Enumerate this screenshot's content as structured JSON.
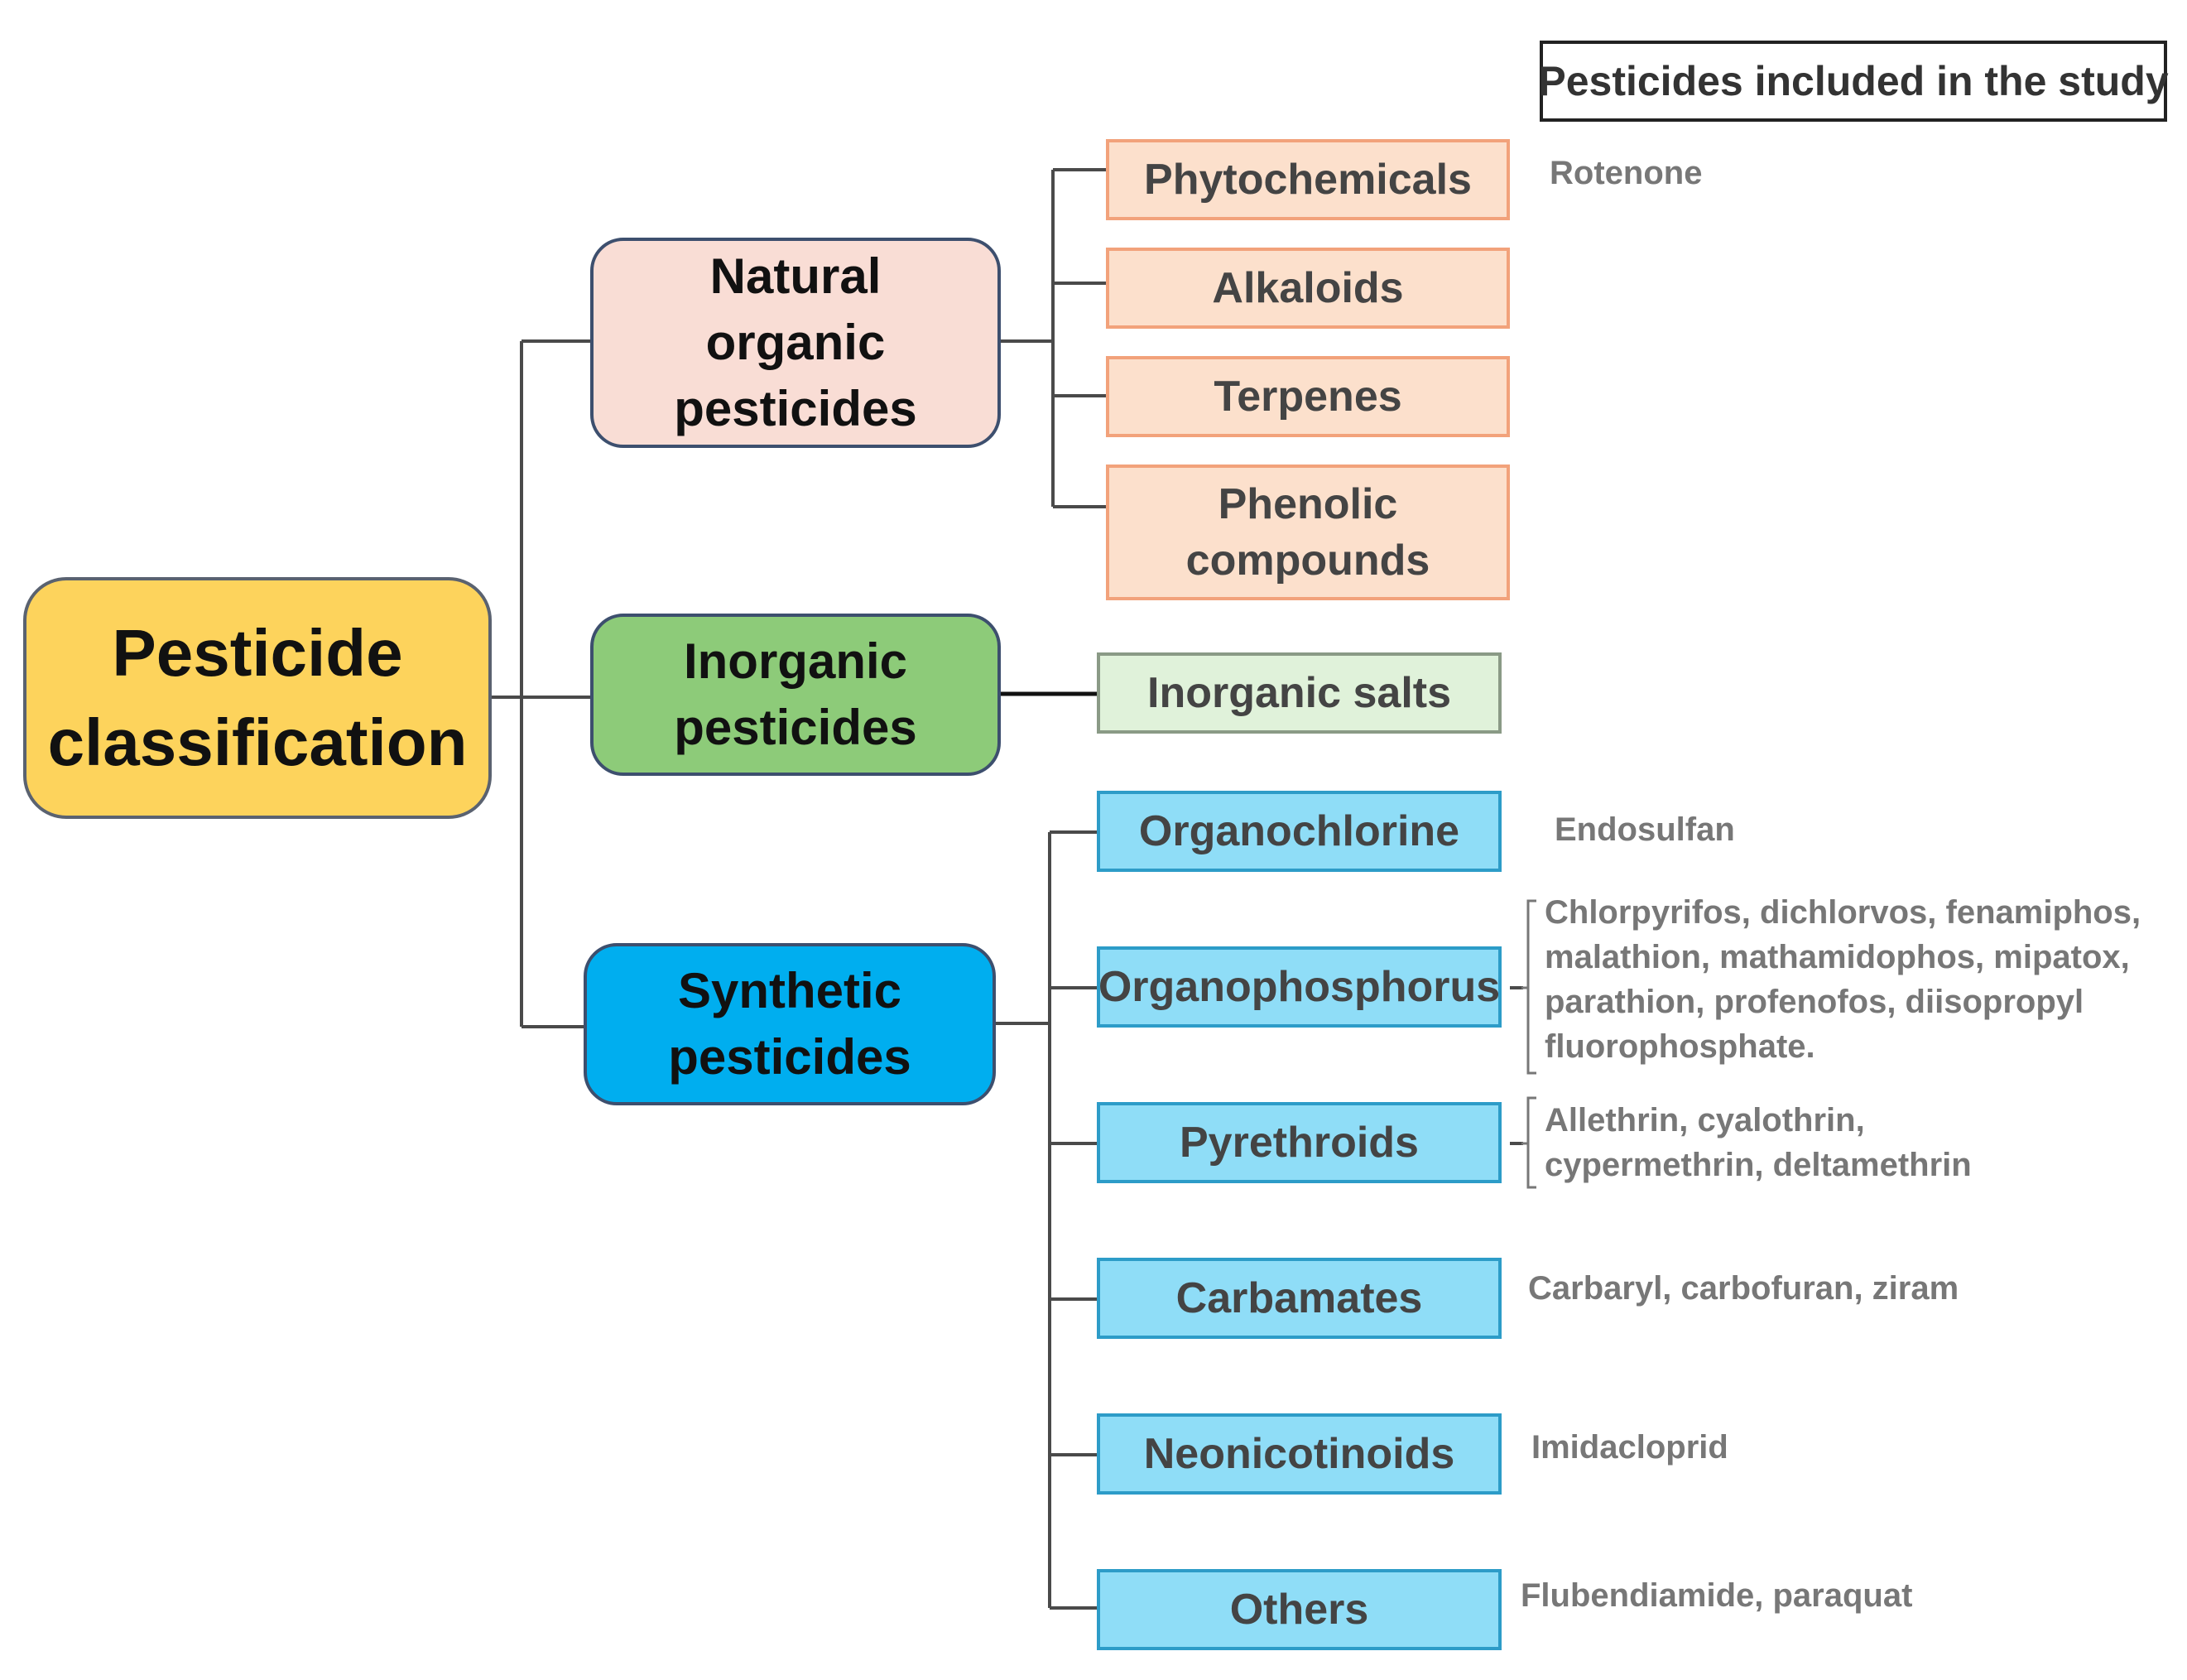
{
  "legend": {
    "title": "Pesticides included in the study"
  },
  "root": {
    "label": "Pesticide\nclassification",
    "color": "#FDD35C"
  },
  "categories": {
    "natural": {
      "label": "Natural\norganic\npesticides",
      "color": "#F9DDD5",
      "subtypes": {
        "phytochemicals": {
          "label": "Phytochemicals",
          "examples": "Rotenone"
        },
        "alkaloids": {
          "label": "Alkaloids"
        },
        "terpenes": {
          "label": "Terpenes"
        },
        "phenolic": {
          "label": "Phenolic\ncompounds"
        }
      }
    },
    "inorganic": {
      "label": "Inorganic\npesticides",
      "color": "#8DCB79",
      "subtypes": {
        "salts": {
          "label": "Inorganic salts"
        }
      }
    },
    "synthetic": {
      "label": "Synthetic\npesticides",
      "color": "#00AEEF",
      "subtypes": {
        "organochlorine": {
          "label": "Organochlorine",
          "examples": "Endosulfan"
        },
        "organophosphorus": {
          "label": "Organophosphorus",
          "examples": [
            "Chlorpyrifos, dichlorvos, fenamiphos,",
            "malathion, mathamidophos, mipatox,",
            "parathion, profenofos, diisopropyl",
            "fluorophosphate."
          ]
        },
        "pyrethroids": {
          "label": "Pyrethroids",
          "examples": [
            "Allethrin, cyalothrin,",
            "cypermethrin, deltamethrin"
          ]
        },
        "carbamates": {
          "label": "Carbamates",
          "examples": "Carbaryl, carbofuran, ziram"
        },
        "neonicotinoids": {
          "label": "Neonicotinoids",
          "examples": "Imidacloprid"
        },
        "others": {
          "label": "Others",
          "examples": "Flubendiamide, paraquat"
        }
      }
    }
  }
}
